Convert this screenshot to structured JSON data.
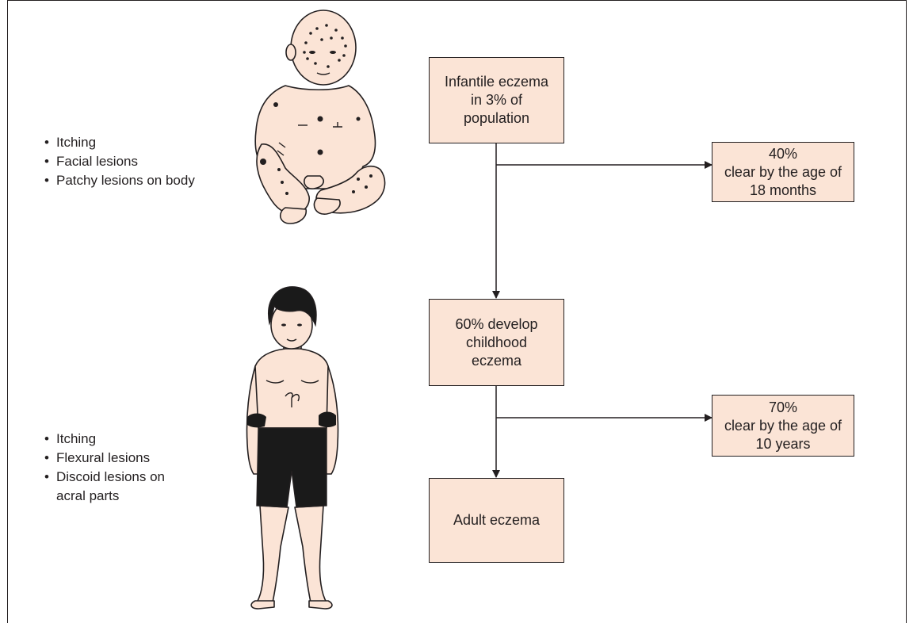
{
  "infant_symptoms": [
    "Itching",
    "Facial lesions",
    "Patchy lesions on body"
  ],
  "child_symptoms": [
    "Itching",
    "Flexural lesions",
    "Discoid lesions on\nacral parts"
  ],
  "boxes": {
    "infantile": "Infantile eczema\nin 3% of\npopulation",
    "clear_infant": "40%\nclear by the age of\n18 months",
    "childhood": "60% develop\nchildhood\neczema",
    "clear_child": "70%\nclear by the age of\n10 years",
    "adult": "Adult eczema"
  },
  "colors": {
    "box_fill": "#fbe4d6",
    "line": "#231f20",
    "skin": "#fbe4d6",
    "shorts": "#1a1a1a"
  },
  "icons": [
    "infant-figure-illustration",
    "child-figure-illustration"
  ]
}
